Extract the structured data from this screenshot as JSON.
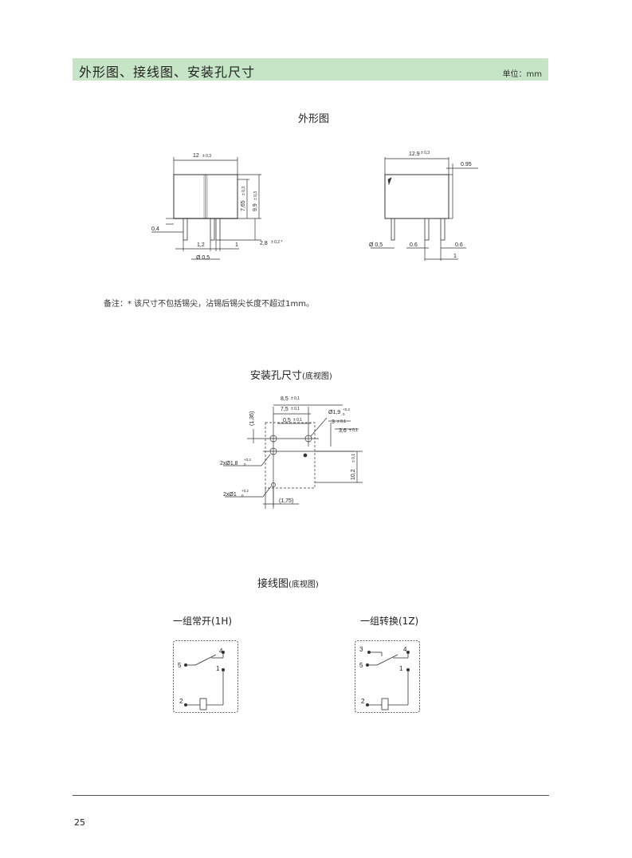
{
  "header": {
    "title": "外形图、接线图、安装孔尺寸",
    "unit": "单位：mm"
  },
  "outline": {
    "title": "外形图",
    "front": {
      "width": "12",
      "width_tol": "± 0,3",
      "inner_height": "7,65",
      "inner_height_tol": "± 0,3",
      "height": "9,9",
      "height_tol": "± 0,3",
      "pin_offset": "0,4",
      "pitch_a": "1,2",
      "pitch_b": "1",
      "pin_dia": "Ø 0,5",
      "pin_len": "2,8",
      "pin_len_tol": "± 0,2 *"
    },
    "side": {
      "width": "12.9",
      "width_tol": "± 0,3",
      "edge": "0.95",
      "pin_dia": "Ø 0,5",
      "pitch_a": "0.6",
      "pitch_b": "0.6",
      "pitch_c": "1"
    },
    "note": "备注：* 该尺寸不包括锡尖，沾锡后锡尖长度不超过1mm。"
  },
  "holes": {
    "title": "安装孔尺寸",
    "subtitle": "(底视图)",
    "d1": "8,5",
    "d1_tol": "± 0,1",
    "d2": "7,5",
    "d2_tol": "± 0,1",
    "d3": "0,5",
    "d3_tol": "± 0,1",
    "d4": "(1,36)",
    "big_hole": "Ø1,9",
    "big_hole_tol_up": "+0,2",
    "big_hole_tol_low": "0",
    "d5": "3",
    "d5_tol": "± 0,1",
    "d6": "3,6",
    "d6_tol": "± 0,1",
    "d7": "10,2",
    "d7_tol": "± 0,1",
    "hole_a": "2xØ1,8",
    "hole_a_tol_up": "+0,2",
    "hole_a_tol_low": "0",
    "hole_b": "2xØ1",
    "hole_b_tol_up": "+0,2",
    "hole_b_tol_low": "0",
    "d8": "(1,75)"
  },
  "wiring": {
    "title": "接线图",
    "subtitle": "(底视图)",
    "left": {
      "label": "一组常开(1H)",
      "pins": [
        "4",
        "5",
        "1",
        "2"
      ]
    },
    "right": {
      "label": "一组转换(1Z)",
      "pins": [
        "3",
        "4",
        "5",
        "1",
        "2"
      ]
    }
  },
  "footer": {
    "page": "25"
  }
}
